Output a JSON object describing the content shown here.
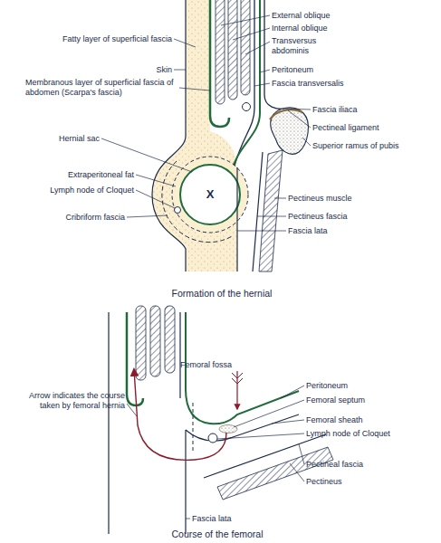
{
  "diagram": {
    "labels": [
      "External oblique",
      "Internal oblique",
      "Fatty layer of superficial fascia",
      "Transversus abdominis",
      "Peritoneum",
      "Fascia transversalis",
      "Skin",
      "Membranous layer of superficial fascia of abdomen (Scarpa's fascia)",
      "Fascia iliaca",
      "Pectineal ligament",
      "Hernial sac",
      "Superior ramus of pubis",
      "X",
      "Extraperitoneal fat",
      "Lymph node of Cloquet",
      "Pectineus muscle",
      "Cribriform fascia",
      "Pectineus fascia",
      "Fascia lata",
      "Formation of the hernial",
      "Femoral fossa",
      "Peritoneum",
      "Femoral septum",
      "Arrow indicates the course taken by femoral hernia",
      "Femoral sheath",
      "Lymph node of Cloquet",
      "Pectineal fascia",
      "Pectineus",
      "Fascia lata",
      "Course of the femoral"
    ]
  }
}
